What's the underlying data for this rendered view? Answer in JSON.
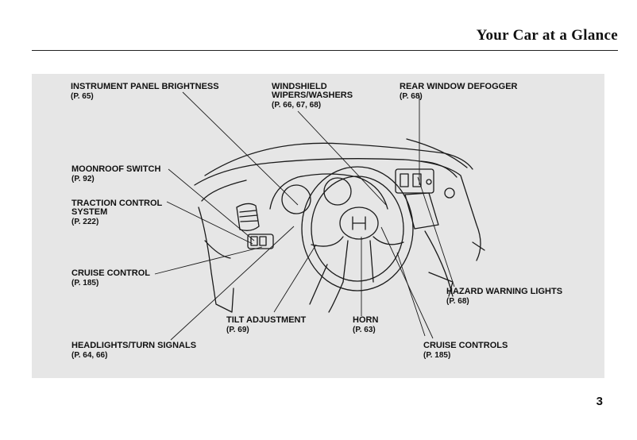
{
  "header": {
    "title": "Your Car at a Glance"
  },
  "labels": {
    "instrument_panel_brightness": {
      "name": "INSTRUMENT PANEL BRIGHTNESS",
      "page": "(P. 65)"
    },
    "windshield_wipers": {
      "name": "WINDSHIELD\nWIPERS/WASHERS",
      "page": "(P. 66, 67, 68)"
    },
    "rear_window_defogger": {
      "name": "REAR WINDOW DEFOGGER",
      "page": "(P. 68)"
    },
    "moonroof_switch": {
      "name": "MOONROOF SWITCH",
      "page": "(P. 92)"
    },
    "traction_control": {
      "name": "TRACTION CONTROL\nSYSTEM",
      "page": "(P. 222)"
    },
    "cruise_control": {
      "name": "CRUISE CONTROL",
      "page": "(P. 185)"
    },
    "hazard_warning_lights": {
      "name": "HAZARD WARNING LIGHTS",
      "page": "(P. 68)"
    },
    "tilt_adjustment": {
      "name": "TILT ADJUSTMENT",
      "page": "(P. 69)"
    },
    "horn": {
      "name": "HORN",
      "page": "(P. 63)"
    },
    "headlights_turn_signals": {
      "name": "HEADLIGHTS/TURN SIGNALS",
      "page": "(P. 64, 66)"
    },
    "cruise_controls": {
      "name": "CRUISE CONTROLS",
      "page": "(P. 185)"
    }
  },
  "footer": {
    "page_number": "3"
  }
}
